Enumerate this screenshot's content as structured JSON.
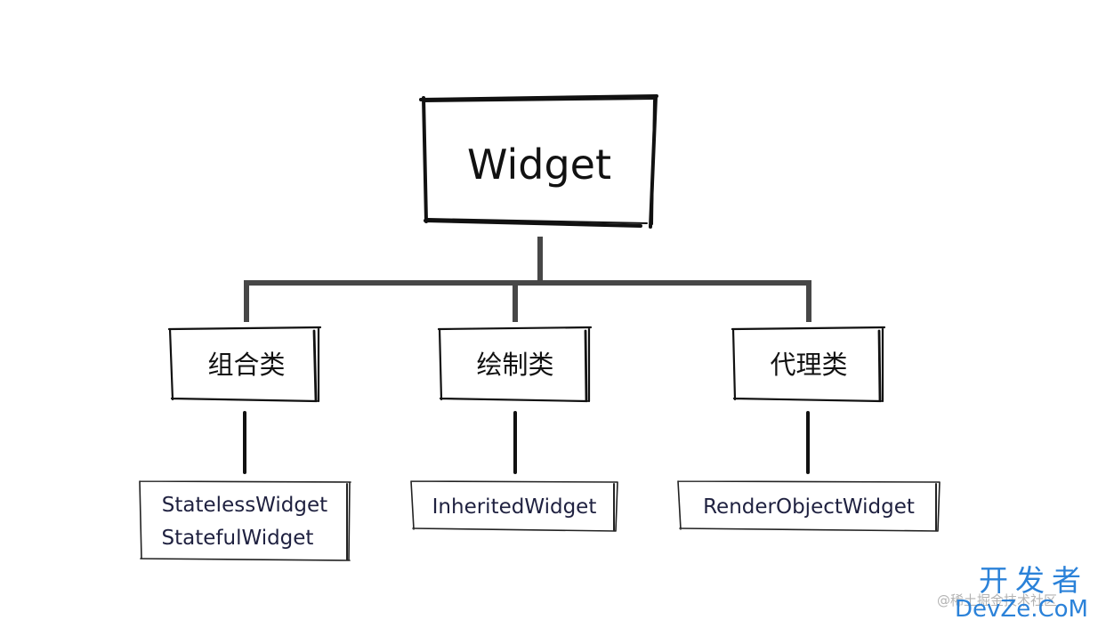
{
  "diagram": {
    "root": {
      "label": "Widget"
    },
    "categories": [
      {
        "label": "组合类",
        "children": [
          "StatelessWidget",
          "StatefulWidget"
        ]
      },
      {
        "label": "绘制类",
        "children": [
          "InheritedWidget"
        ]
      },
      {
        "label": "代理类",
        "children": [
          "RenderObjectWidget"
        ]
      }
    ]
  },
  "watermark": {
    "cn": "开发者",
    "en": "DevZe.CoM",
    "overlay": "@稀土掘金技术社区"
  },
  "colors": {
    "ink": "#111111",
    "connector": "#474747",
    "leaf_text": "#1f2140",
    "watermark": "#2b82d9"
  }
}
